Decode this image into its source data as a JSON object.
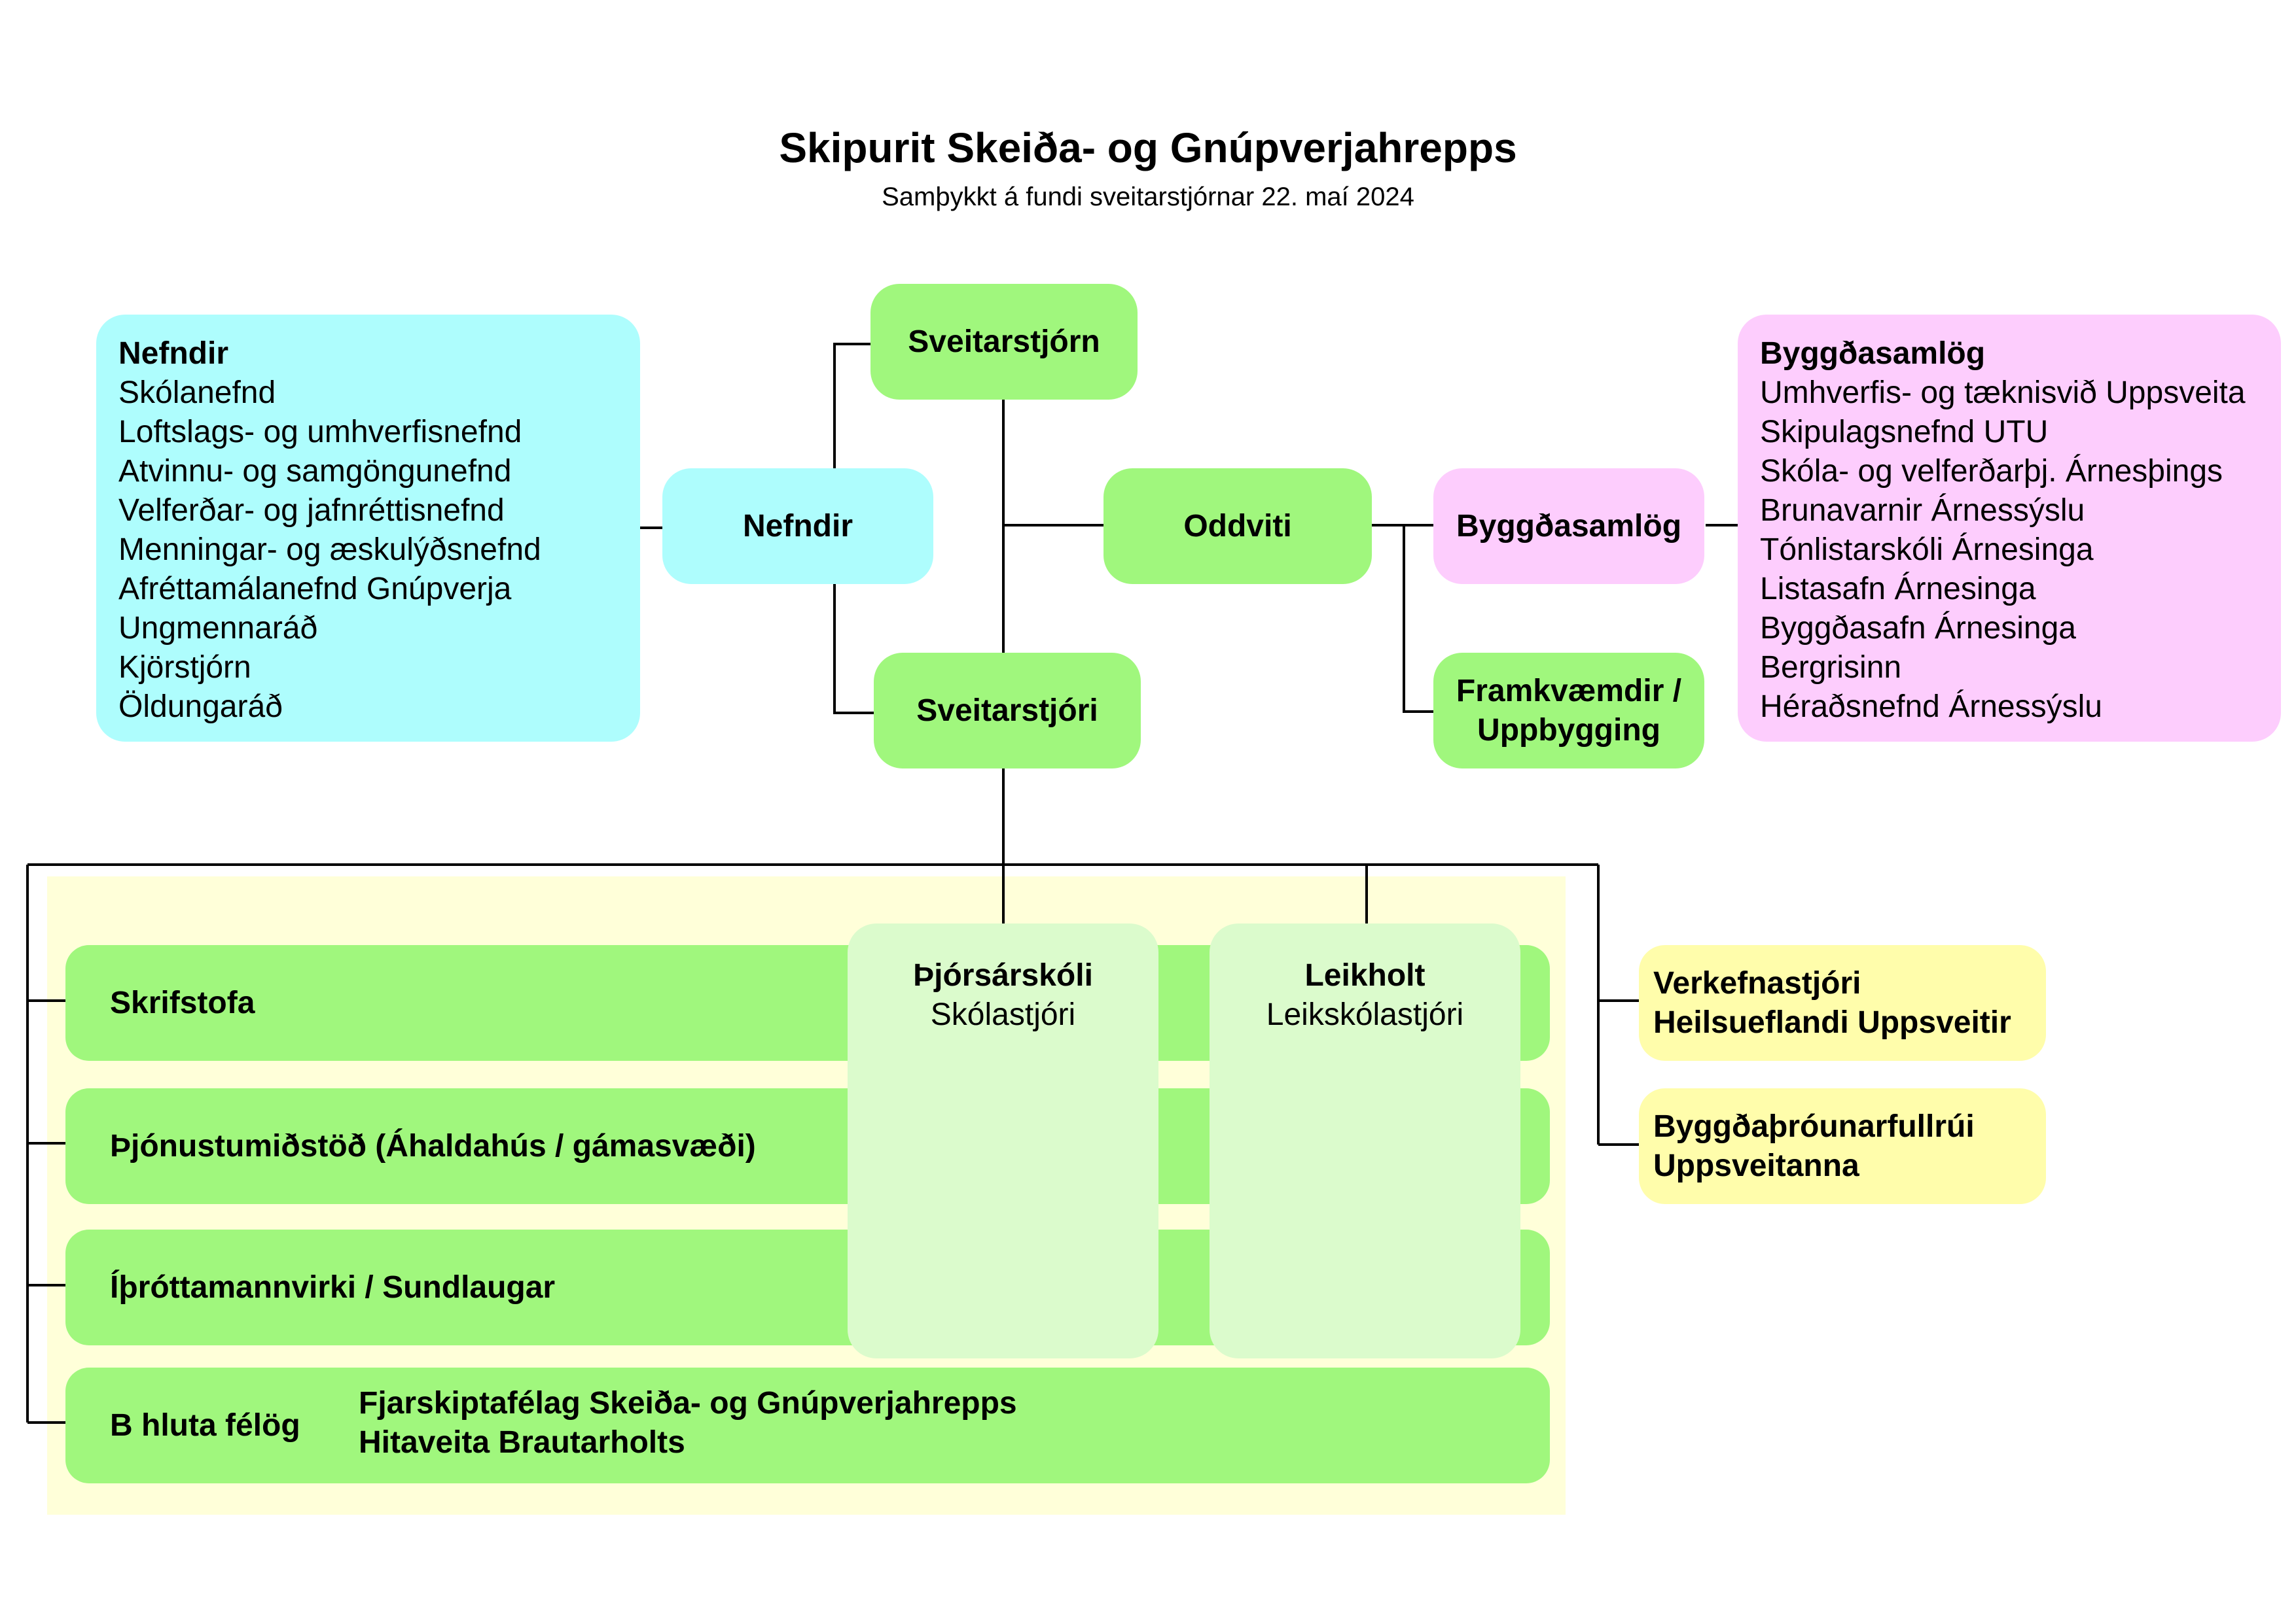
{
  "header": {
    "title": "Skipurit Skeiða- og Gnúpverjahrepps",
    "subtitle": "Samþykkt á fundi sveitarstjórnar 22. maí 2024"
  },
  "nodes": {
    "sveitarstjorn": "Sveitarstjórn",
    "nefndir": "Nefndir",
    "oddviti": "Oddviti",
    "sveitarstjori": "Sveitarstjóri",
    "byggdasamlog": "Byggðasamlög",
    "framkvaemdir_line1": "Framkvæmdir /",
    "framkvaemdir_line2": "Uppbygging"
  },
  "nefndir_list": {
    "heading": "Nefndir",
    "items": [
      "Skólanefnd",
      "Loftslags- og umhverfisnefnd",
      "Atvinnu- og samgöngunefnd",
      "Velferðar- og jafnréttisnefnd",
      "Menningar- og æskulýðsnefnd",
      "Afréttamálanefnd Gnúpverja",
      "Ungmennaráð",
      "Kjörstjórn",
      "Öldungaráð"
    ]
  },
  "byggdasamlog_list": {
    "heading": "Byggðasamlög",
    "items": [
      "Umhverfis- og tæknisvið Uppsveita",
      "Skipulagsnefnd UTU",
      "Skóla- og velferðarþj. Árnesþings",
      "Brunavarnir Árnessýslu",
      "Tónlistarskóli Árnesinga",
      "Listasafn Árnesinga",
      "Byggðasafn Árnesinga",
      "Bergrisinn",
      "Héraðsnefnd Árnessýslu"
    ]
  },
  "departments": {
    "skrifstofa": "Skrifstofa",
    "thjonustumidstod": "Þjónustumiðstöð (Áhaldahús / gámasvæði)",
    "ithrottamannvirki": "Íþróttamannvirki / Sundlaugar",
    "b_hluta": "B hluta félög",
    "b_hluta_items": [
      "Fjarskiptafélag Skeiða- og Gnúpverjahrepps",
      "Hitaveita Brautarholts"
    ]
  },
  "schools": {
    "thjorsarskoli": {
      "name": "Þjórsárskóli",
      "role": "Skólastjóri"
    },
    "leikholt": {
      "name": "Leikholt",
      "role": "Leikskólastjóri"
    }
  },
  "staff": {
    "verkefnastjori_line1": "Verkefnastjóri",
    "verkefnastjori_line2": "Heilsueflandi Uppsveitir",
    "byggdathroun_line1": "Byggðaþróunarfullrúi",
    "byggdathroun_line2": "Uppsveitanna"
  },
  "colors": {
    "green": "#a0f77d",
    "light_green": "#dbfbcc",
    "cyan": "#aefdfd",
    "pink": "#fdcdfd",
    "light_yellow": "#fffdab",
    "area_yellow": "#ffffd9"
  }
}
